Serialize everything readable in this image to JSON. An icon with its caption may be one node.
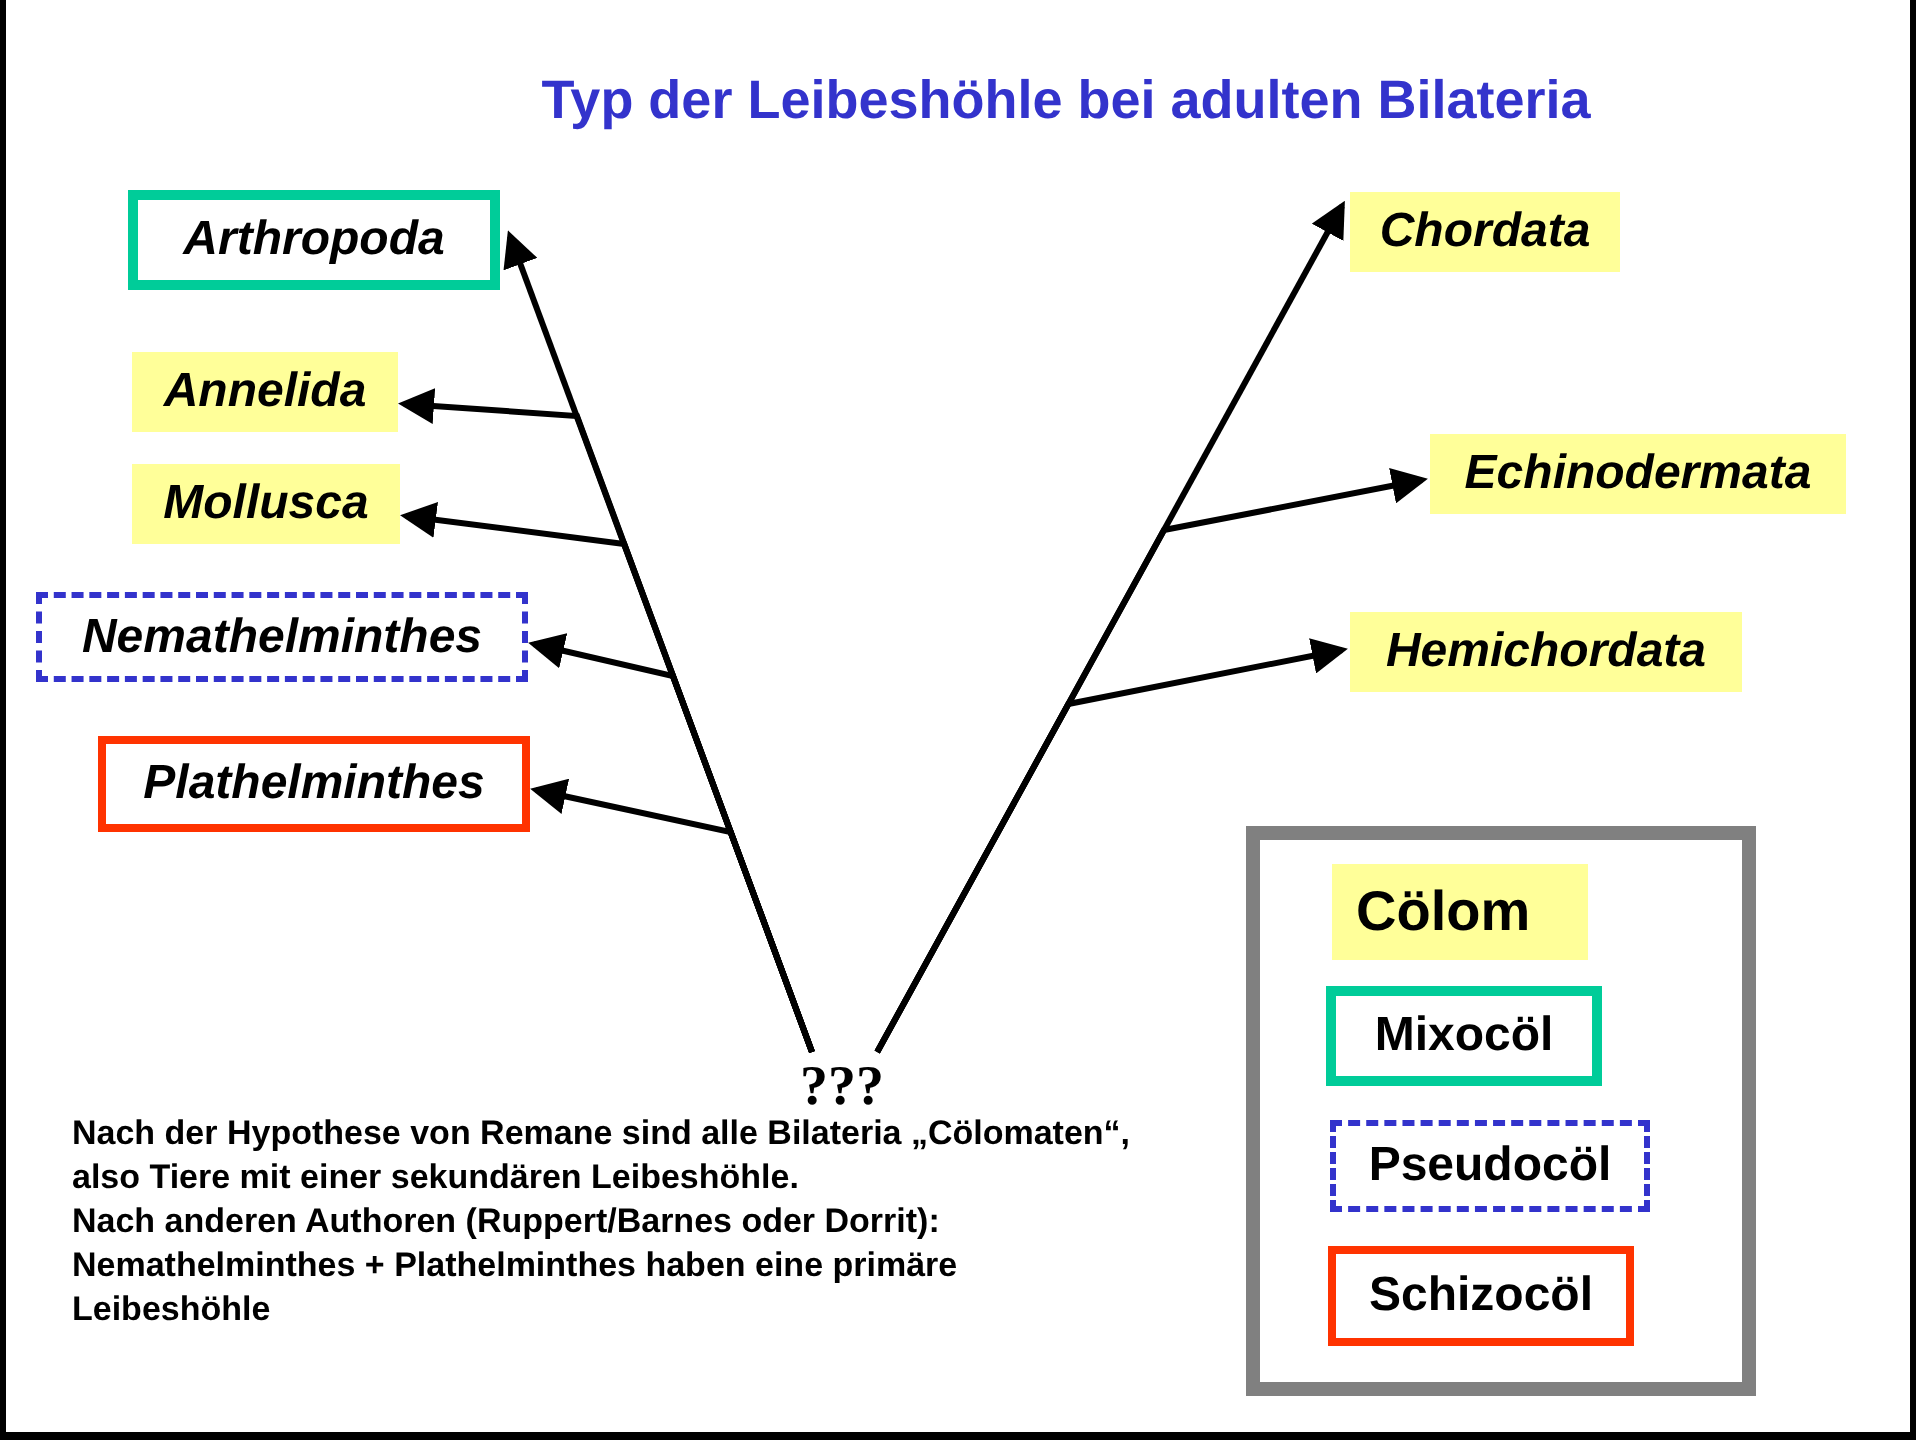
{
  "diagram": {
    "title": "Typ der Leibeshöhle bei adulten Bilateria",
    "nodes": [
      {
        "text": [
          "Arthropoda"
        ]
      },
      {
        "text": [
          "Chordata"
        ]
      },
      {
        "text": [
          "Annelida"
        ]
      },
      {
        "text": [
          "Mollusca"
        ]
      },
      {
        "text": [
          "Echinodermata"
        ]
      },
      {
        "text": [
          "Nemathelminthes"
        ]
      },
      {
        "text": [
          "Hemichordata"
        ]
      },
      {
        "text": [
          "Plathelminthes"
        ]
      },
      {
        "text": [
          "???"
        ]
      },
      {
        "text": [],
        "shape": "box"
      },
      {
        "text": [
          "Cölom"
        ],
        "in": 9
      },
      {
        "text": [
          "Mixocöl"
        ],
        "in": 9
      },
      {
        "text": [
          "Pseudocöl"
        ],
        "in": 9
      },
      {
        "text": [
          "Schizocöl"
        ],
        "in": 9
      }
    ],
    "edges": [
      {
        "from": 8,
        "to": 0,
        "arrow": "to"
      },
      {
        "from": 8,
        "to": 2,
        "arrow": "to"
      },
      {
        "from": 8,
        "to": 3,
        "arrow": "to"
      },
      {
        "from": 8,
        "to": 5,
        "arrow": "to"
      },
      {
        "from": 8,
        "to": 7,
        "arrow": "to"
      },
      {
        "from": 8,
        "to": 1,
        "arrow": "to"
      },
      {
        "from": 8,
        "to": 4,
        "arrow": "to"
      },
      {
        "from": 8,
        "to": 6,
        "arrow": "to"
      }
    ],
    "labels": [
      "Nach der Hypothese von Remane sind alle Bilateria „Cölomaten“, also Tiere mit einer sekundären Leibeshöhle.",
      "Nach anderen Authoren (Ruppert/Barnes oder Dorrit): Nemathelminthes + Plathelminthes haben eine primäre Leibeshöhle"
    ]
  }
}
